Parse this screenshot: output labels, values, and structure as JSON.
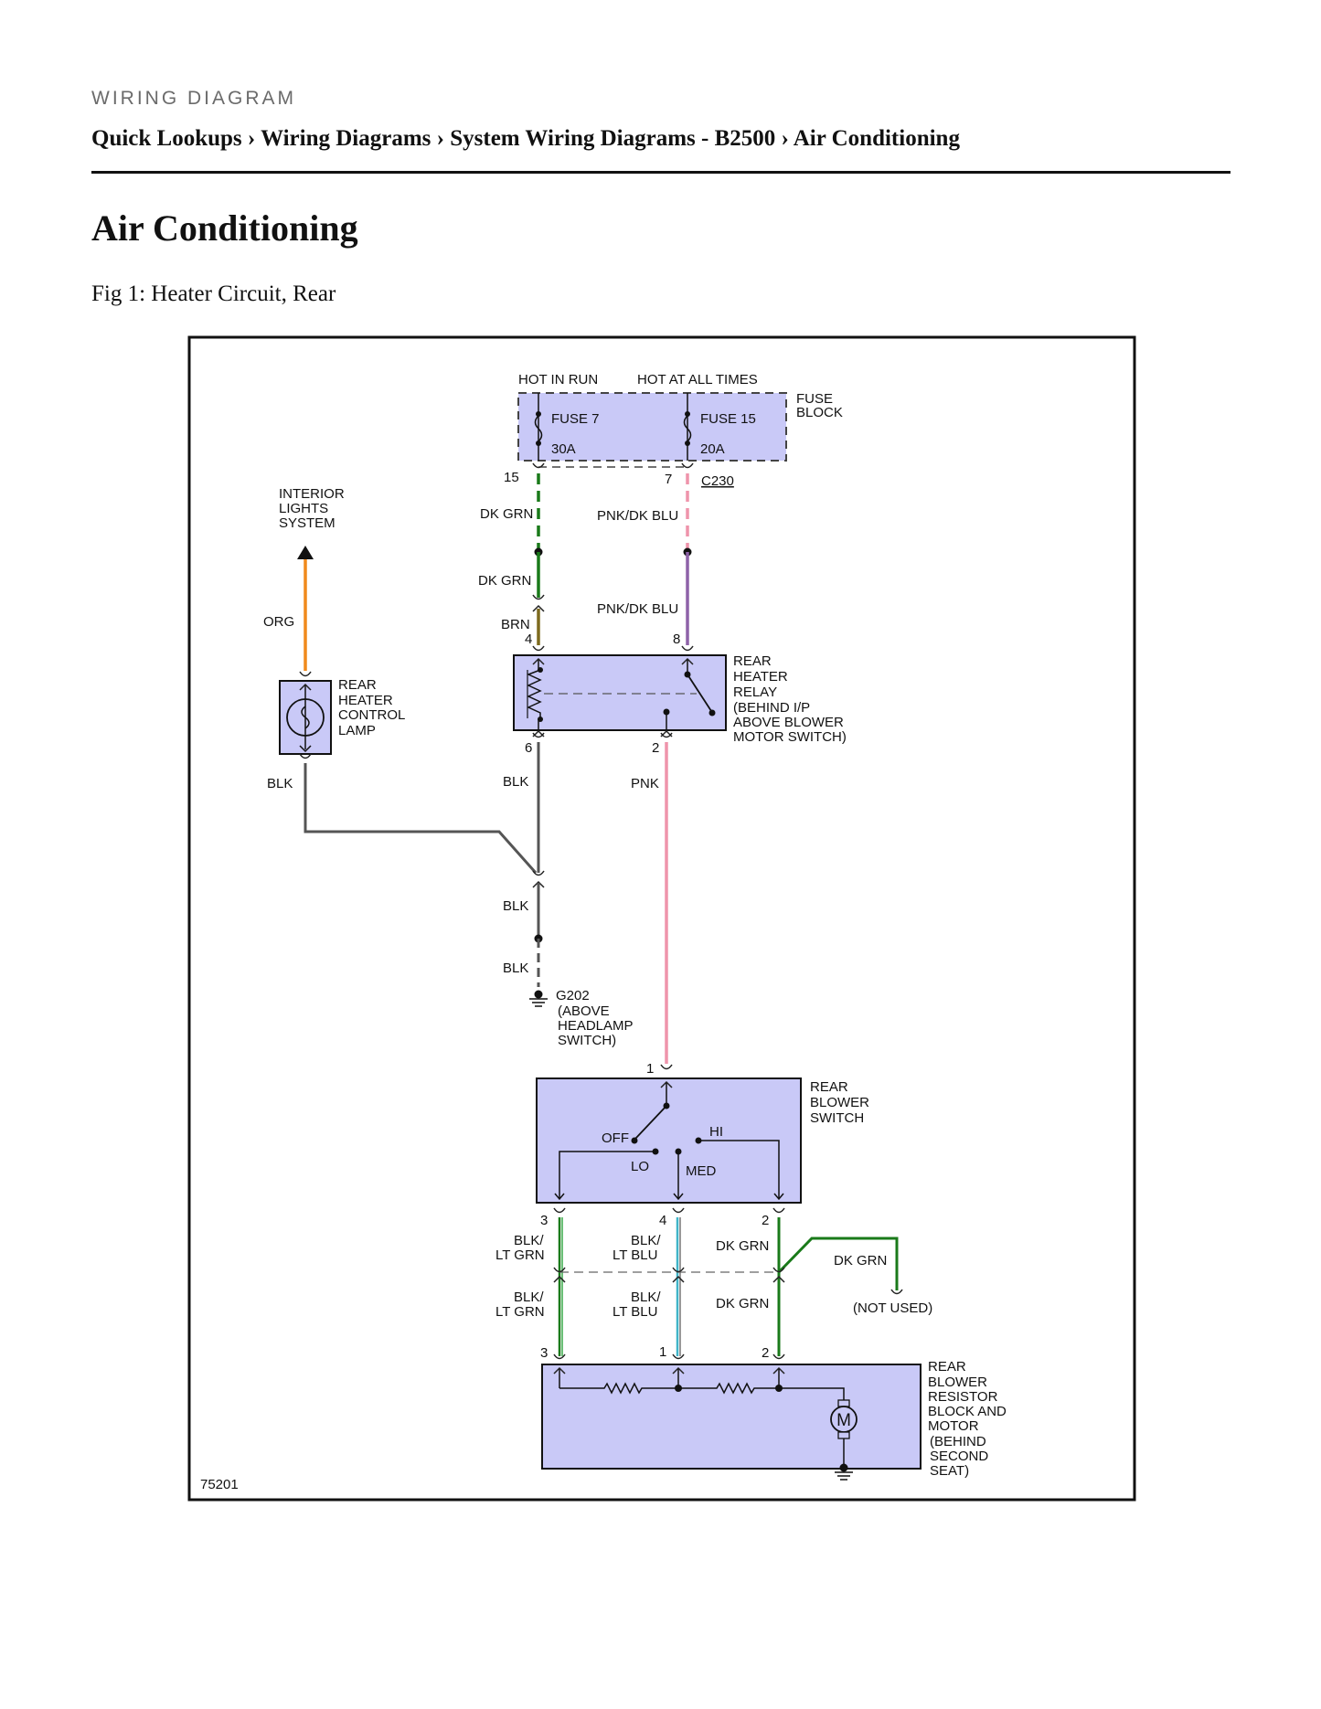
{
  "header": {
    "kicker": "WIRING DIAGRAM",
    "breadcrumb": [
      "Quick Lookups",
      "Wiring Diagrams",
      "System Wiring Diagrams - B2500",
      "Air Conditioning"
    ],
    "separator": "›"
  },
  "page_title": "Air Conditioning",
  "figure_caption": "Fig 1: Heater Circuit, Rear",
  "diagram": {
    "figure_id": "75201",
    "power": {
      "hot_in_run": "HOT IN RUN",
      "hot_at_all_times": "HOT AT ALL TIMES"
    },
    "fuse_block": {
      "label": [
        "FUSE",
        "BLOCK"
      ],
      "fuse7": {
        "name": "FUSE 7",
        "rating": "30A"
      },
      "fuse15": {
        "name": "FUSE 15",
        "rating": "20A"
      }
    },
    "connector_c230": "C230",
    "pins": {
      "p15": "15",
      "p7": "7",
      "p4": "4",
      "p8": "8",
      "p6": "6",
      "p2": "2",
      "sw1": "1",
      "sw3": "3",
      "sw4": "4",
      "sw2": "2",
      "m3": "3",
      "m1": "1",
      "m2": "2"
    },
    "wires": {
      "dk_grn": "DK GRN",
      "pnk_dk_blu": "PNK/DK BLU",
      "brn": "BRN",
      "org": "ORG",
      "blk": "BLK",
      "pnk": "PNK",
      "blk_lt_grn": [
        "BLK/",
        "LT GRN"
      ],
      "blk_lt_blu": [
        "BLK/",
        "LT BLU"
      ]
    },
    "interior_lights": [
      "INTERIOR",
      "LIGHTS",
      "SYSTEM"
    ],
    "lamp": [
      "REAR",
      "HEATER",
      "CONTROL",
      "LAMP"
    ],
    "relay": [
      "REAR",
      "HEATER",
      "RELAY",
      "(BEHIND I/P",
      "ABOVE BLOWER",
      "MOTOR SWITCH)"
    ],
    "ground_g202": [
      "G202",
      "(ABOVE",
      "HEADLAMP",
      "SWITCH)"
    ],
    "blower_switch": {
      "label": [
        "REAR",
        "BLOWER",
        "SWITCH"
      ],
      "off": "OFF",
      "hi": "HI",
      "lo": "LO",
      "med": "MED"
    },
    "not_used": "(NOT USED)",
    "resistor_block": [
      "REAR",
      "BLOWER",
      "RESISTOR",
      "BLOCK AND",
      "MOTOR",
      "(BEHIND",
      "SECOND",
      "SEAT)"
    ],
    "motor_symbol": "M"
  },
  "colors": {
    "component_fill": "#c9c9f7",
    "dk_grn": "#1a7a1a",
    "org": "#f08a1c",
    "pnk": "#ef94ab",
    "pnk_dk_blu": "#8e62a8",
    "brn": "#7d6a1e",
    "blk": "#555555",
    "lt_grn": "#3aaa4a",
    "lt_blu": "#3fb4c8"
  }
}
